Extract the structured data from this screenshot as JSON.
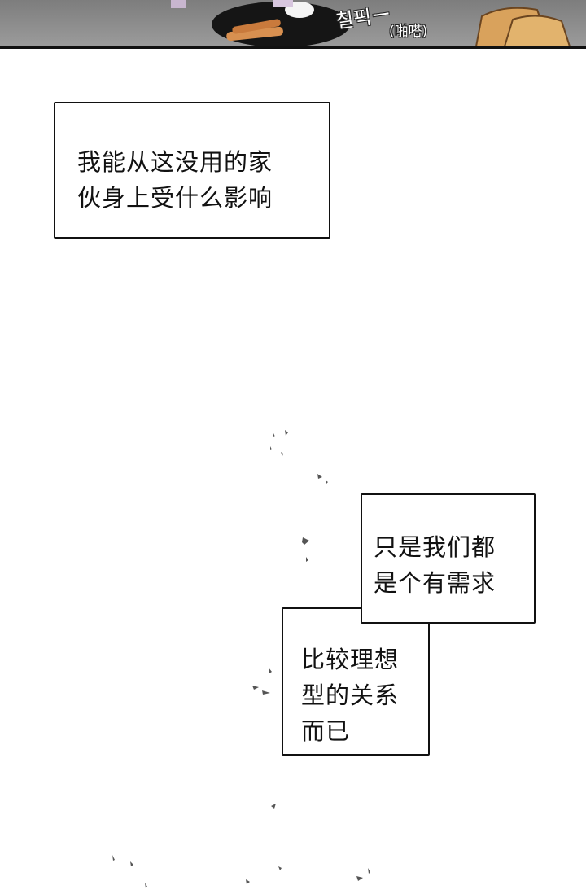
{
  "top_panel": {
    "sfx_korean": "칠픽ー",
    "sfx_translation": "(啪嗒)"
  },
  "caption_1": {
    "lines": [
      "我能从这没用的家",
      "伙身上受什么影响"
    ]
  },
  "caption_2": {
    "lines": [
      "只是我们都",
      "是个有需求"
    ]
  },
  "caption_3": {
    "lines": [
      "比较理想",
      "型的关系",
      "而已"
    ]
  }
}
